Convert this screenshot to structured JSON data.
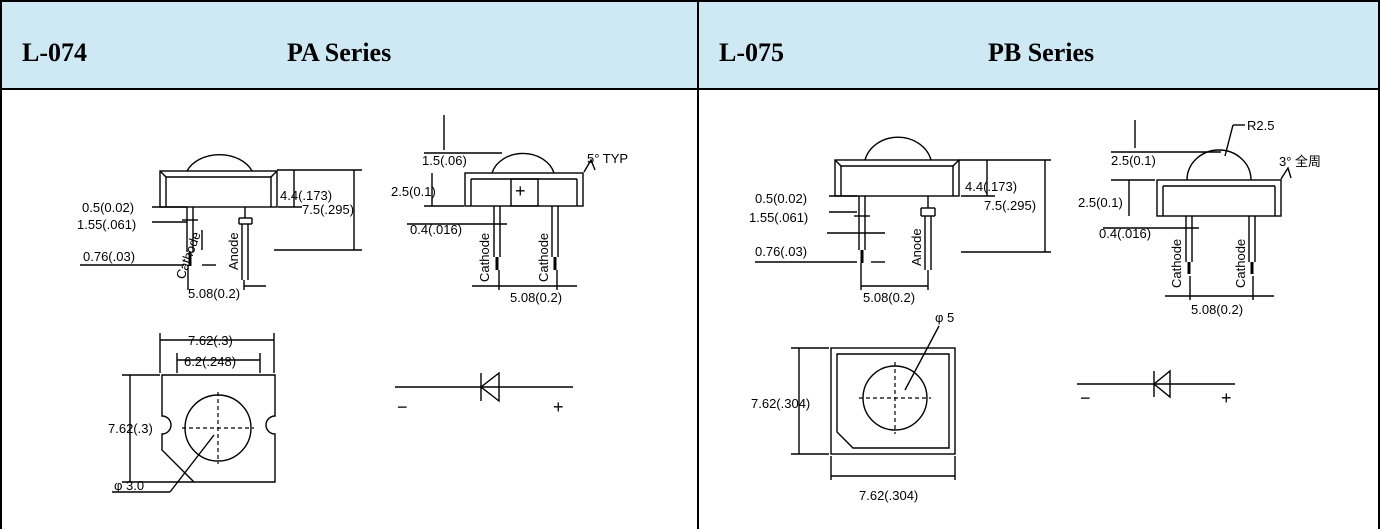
{
  "left": {
    "code": "L-074",
    "series": "PA Series",
    "labels": {
      "d1": "0.5(0.02)",
      "d2": "1.55(.061)",
      "d3": "0.76(.03)",
      "d4": "4.4(.173)",
      "d5": "7.5(.295)",
      "d6": "5.08(0.2)",
      "cathode": "Cathode",
      "anode": "Anode",
      "s1": "1.5(.06)",
      "s2": "2.5(0.1)",
      "s3": "0.4(.016)",
      "s4": "5.08(0.2)",
      "typ": "5° TYP",
      "cathode2": "Cathode",
      "cathode3": "Cathode",
      "plus_mark": "+",
      "b1": "7.62(.3)",
      "b2": "6.2(.248)",
      "b3": "7.62(.3)",
      "phi": "φ 3.0",
      "minus": "−",
      "plus": "+"
    }
  },
  "right": {
    "code": "L-075",
    "series": "PB Series",
    "labels": {
      "d1": "0.5(0.02)",
      "d2": "1.55(.061)",
      "d3": "0.76(.03)",
      "d4": "4.4(.173)",
      "d5": "7.5(.295)",
      "d6": "5.08(0.2)",
      "anode": "Anode",
      "r": "R2.5",
      "s1": "2.5(0.1)",
      "s2": "2.5(0.1)",
      "s3": "0.4(.016)",
      "s4": "5.08(0.2)",
      "zhou": "3° 全周",
      "cathode2": "Cathode",
      "cathode3": "Cathode",
      "phi": "φ 5",
      "b1": "7.62(.304)",
      "b2": "7.62(.304)",
      "minus": "−",
      "plus": "+"
    }
  },
  "icons": {
    "diode": "diode-symbol-icon"
  }
}
